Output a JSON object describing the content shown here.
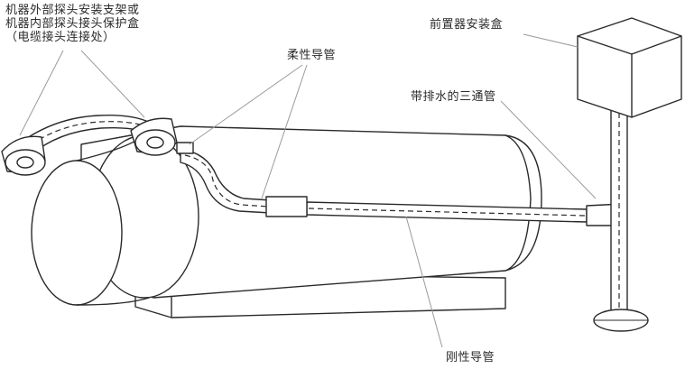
{
  "labels": {
    "probe_line1": "机器外部探头安装支架或",
    "probe_line2": "机器内部探头接头保护盒",
    "probe_line3": "（电缆接头连接处）",
    "flexible_conduit": "柔性导管",
    "preamp_box": "前置器安装盒",
    "drain_tee": "带排水的三通管",
    "rigid_conduit": "刚性导管"
  },
  "colors": {
    "line": "#2a2a2a",
    "leader": "#9a9a9a",
    "text": "#2b2b2b"
  }
}
